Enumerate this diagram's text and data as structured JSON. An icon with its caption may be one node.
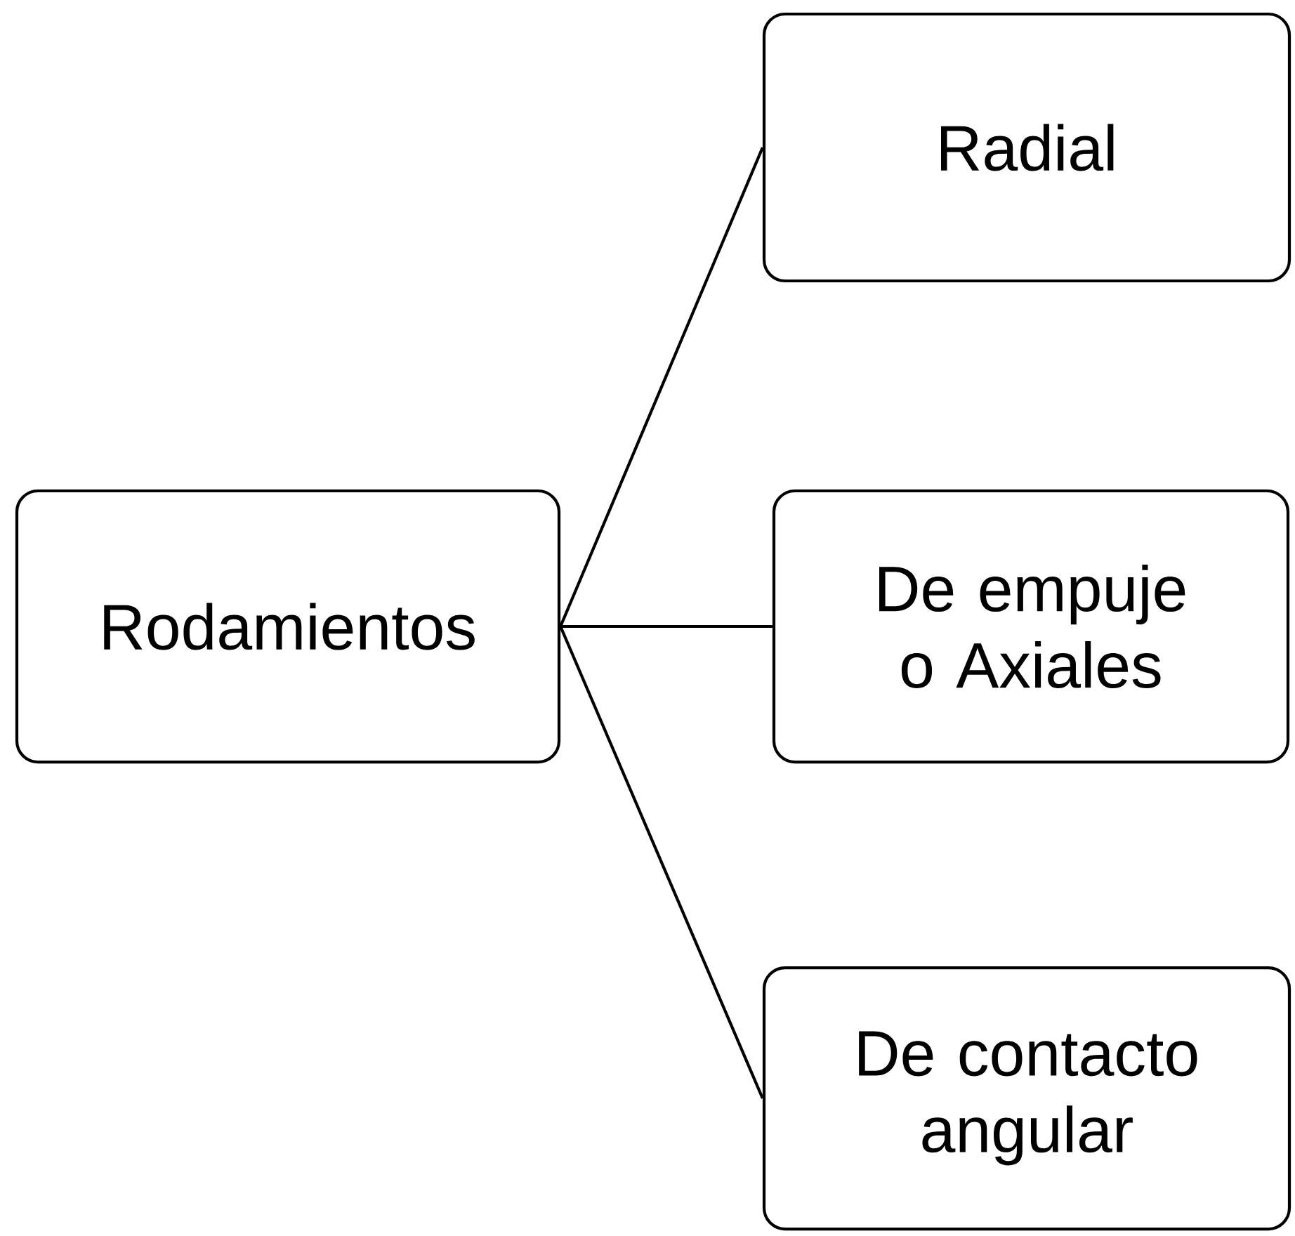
{
  "diagram": {
    "nodes": [
      {
        "text": [
          "Rodamientos"
        ]
      },
      {
        "text": [
          "Radial"
        ]
      },
      {
        "text": [
          "De empuje o Axiales"
        ]
      },
      {
        "text": [
          "De contacto angular"
        ]
      }
    ],
    "edges": [
      {
        "from": 0,
        "to": 1,
        "arrow": "none"
      },
      {
        "from": 0,
        "to": 2,
        "arrow": "none"
      },
      {
        "from": 0,
        "to": 3,
        "arrow": "none"
      }
    ]
  }
}
